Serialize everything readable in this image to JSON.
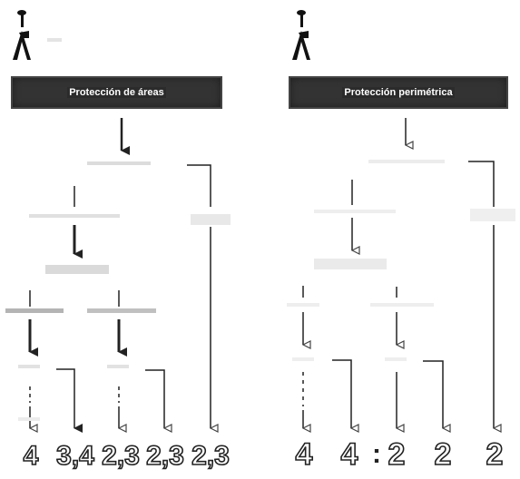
{
  "left_panel": {
    "title": "Protección de áreas",
    "results": [
      "4",
      "3,4",
      "2,3",
      "2,3",
      "2,3"
    ]
  },
  "right_panel": {
    "title": "Protección perimétrica",
    "results": [
      "4",
      "4",
      "2",
      "2",
      "2"
    ],
    "separator": ":"
  },
  "colors": {
    "title_box": "#333333",
    "title_text": "#ffffff",
    "arrow_dark": "#222222",
    "arrow_light": "#9a9a9a",
    "faint_text": "#c4c4c4"
  },
  "icons": [
    "person-icon"
  ]
}
